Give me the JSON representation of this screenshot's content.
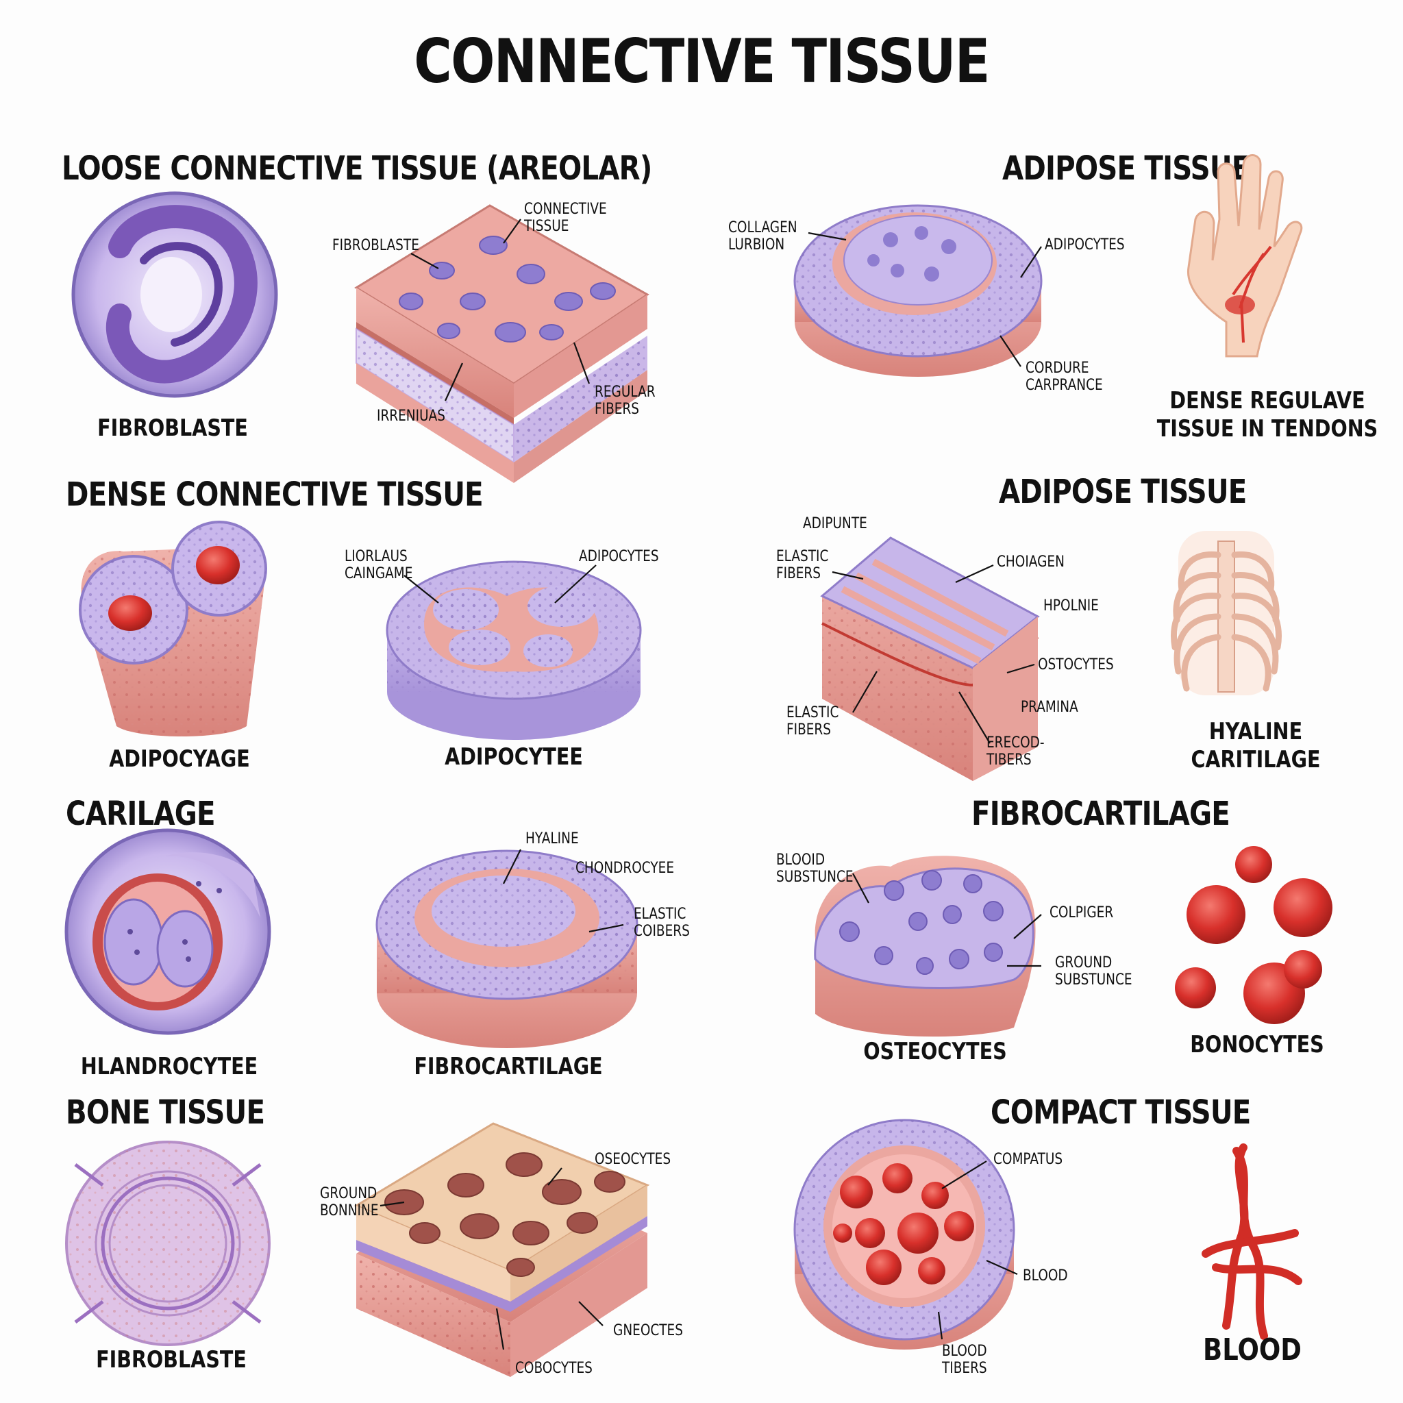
{
  "title": "CONNECTIVE TISSUE",
  "sections": {
    "loose": "LOOSE CONNECTIVE TISSUE (AREOLAR)",
    "adipose1": "ADIPOSE TISSUE",
    "dense": "DENSE CONNECTIVE TISSUE",
    "adipose2": "ADIPOSE TISSUE",
    "cartilage": "CARILAGE",
    "fibrocartilage": "FIBROCARTILAGE",
    "bone": "BONE TISSUE",
    "compact": "COMPACT TISSUE"
  },
  "captions": {
    "fibroblaste1": "FIBROBLASTE",
    "tendons": "DENSE REGULAVE\nTISSUE IN TENDONS",
    "adipocyage": "ADIPOCYAGE",
    "adipocytee": "ADIPOCYTEE",
    "hyaline": "HYALINE\nCARITILAGE",
    "hlandrocytee": "HLANDROCYTEE",
    "fibrocartilage": "FIBROCARTILAGE",
    "osteocytes": "OSTEOCYTES",
    "bonocytes": "BONOCYTES",
    "fibroblaste2": "FIBROBLASTE",
    "blood": "BLOOD"
  },
  "labels": {
    "connective_tissue": "CONNECTIVE\nTISSUE",
    "fibroblaste": "FIBROBLASTE",
    "irrenius": "IRRENIUAS",
    "regular_fibers": "REGULAR\nFIBERS",
    "collagen_lurbion": "COLLAGEN\nLURBION",
    "adipocytes1": "ADIPOCYTES",
    "cordure": "CORDURE\nCARPRANCE",
    "liorlaus": "LIORLAUS\nCAINGAME",
    "adipocytes2": "ADIPOCYTES",
    "adipunte": "ADIPUNTE",
    "elastic_fibers1": "ELASTIC\nFIBERS",
    "choiagen": "CHOIAGEN",
    "hpolnie": "HPOLNIE",
    "ostocytes": "OSTOCYTES",
    "elastic_fibers2": "ELASTIC\nFIBERS",
    "pramina": "PRAMINA",
    "erecod": "ERECOD-\nTIBERS",
    "hyaline": "HYALINE",
    "chondrocyee": "CHONDROCYEE",
    "elastic_coibers": "ELASTIC\nCOIBERS",
    "blood_substunce": "BLOOID\nSUBSTUNCE",
    "colpiger": "COLPIGER",
    "ground_substunce": "GROUND\nSUBSTUNCE",
    "oseocytes": "OSEOCYTES",
    "ground_bonnine": "GROUND\nBONNINE",
    "gneocytes": "GNEOCTES",
    "cobocytes": "COBOCYTES",
    "compatus": "COMPATUS",
    "blood": "BLOOD",
    "blood_tibers": "BLOOD\nTIBERS"
  },
  "colors": {
    "purple": "#8f7cc9",
    "lavender": "#c7b6ea",
    "pink": "#eba7a0",
    "red": "#d8302b",
    "bone": "#f1cfae"
  }
}
